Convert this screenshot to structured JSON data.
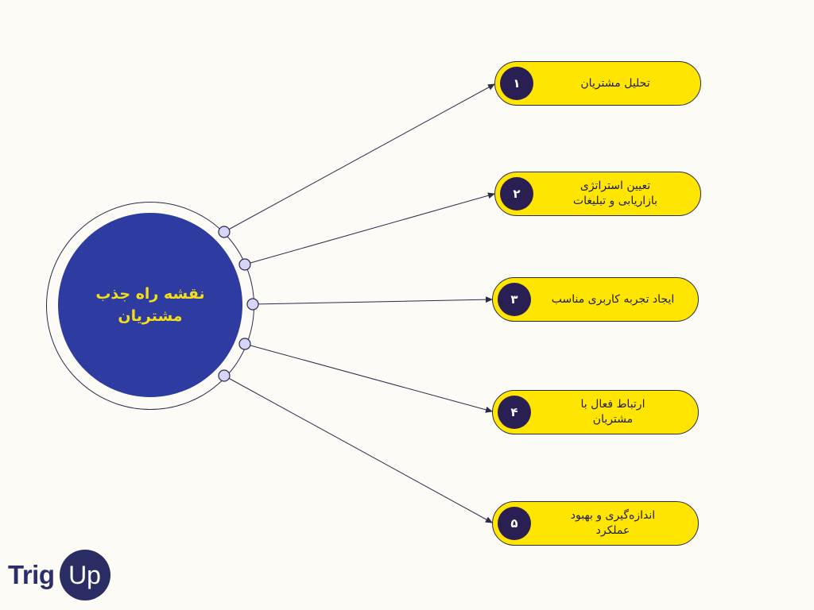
{
  "hub": {
    "title": "نقشه راه جذب مشتریان"
  },
  "steps": [
    {
      "number": "۱",
      "label": "تحلیل مشتریان"
    },
    {
      "number": "۲",
      "label": "تعیین استراتژی بازاریابی و تبلیغات"
    },
    {
      "number": "۳",
      "label": "ایجاد تجربه کاربری مناسب"
    },
    {
      "number": "۴",
      "label": "ارتباط فعال با مشتریان"
    },
    {
      "number": "۵",
      "label": "اندازه‌گیری و بهبود عملکرد"
    }
  ],
  "brand": {
    "word": "Trig",
    "badge": "Up"
  },
  "colors": {
    "background": "#fdfbf6",
    "hub_fill": "#2e3ba0",
    "hub_text": "#f4dd1a",
    "pill_fill": "#ffe500",
    "number_fill": "#2a1f52",
    "connector_dot": "#d6d4f7",
    "line": "#2b2b4a",
    "brand": "#2c2f6b"
  }
}
